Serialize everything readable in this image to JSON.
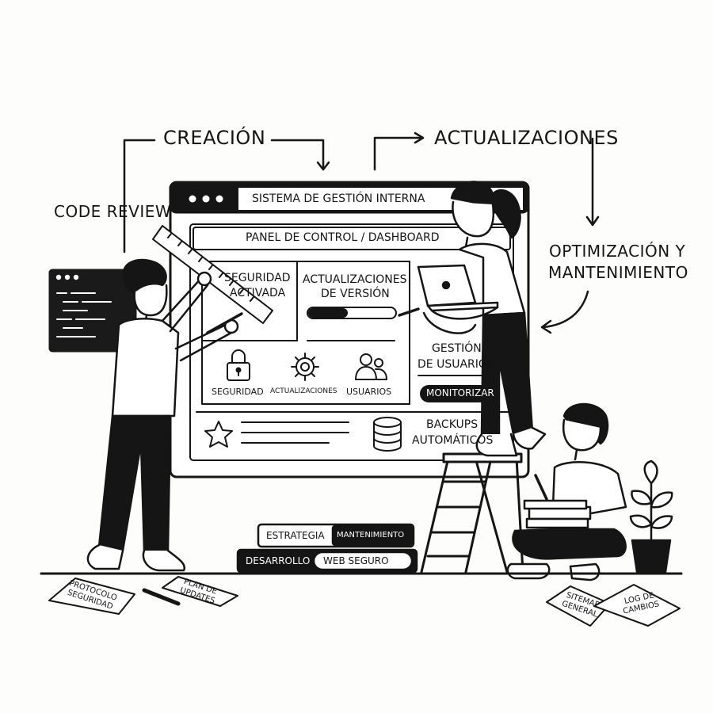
{
  "flow": {
    "creacion": "CREACIÓN",
    "actualizaciones": "ACTUALIZACIONES",
    "code_review": "CODE REVIEW",
    "optimizacion_line1": "OPTIMIZACIÓN Y",
    "optimizacion_line2": "MANTENIMIENTO"
  },
  "window": {
    "title": "SISTEMA DE GESTIÓN INTERNA",
    "panel_title": "PANEL DE CONTROL / DASHBOARD",
    "seguridad_activada_line1": "SEGURIDAD",
    "seguridad_activada_line2": "ACTIVADA",
    "actualizaciones_version_line1": "ACTUALIZACIONES",
    "actualizaciones_version_line2": "DE VERSIÓN",
    "progress": 0.45,
    "gestion_line1": "GESTIÓN",
    "gestion_line2": "DE USUARIOS",
    "monitorizar": "MONITORIZAR",
    "icon_seguridad": "SEGURIDAD",
    "icon_actualizaciones": "ACTUALIZACIONES",
    "icon_usuarios": "USUARIOS",
    "backups_line1": "BACKUPS",
    "backups_line2": "AUTOMÁTICOS"
  },
  "books": {
    "estrategia": "ESTRATEGIA",
    "mantenimiento": "MANTENIMIENTO",
    "desarrollo": "DESARROLLO",
    "web_seguro": "WEB SEGURO"
  },
  "notes": {
    "protocolo_line1": "PROTOCOLO",
    "protocolo_line2": "SEGURIDAD",
    "plan_line1": "PLAN DE",
    "plan_line2": "UPDATES",
    "sitemap_line1": "SITEMAP",
    "sitemap_line2": "GENERAL",
    "log_line1": "LOG DE",
    "log_line2": "CAMBIOS"
  },
  "icons": [
    "lock-icon",
    "gear-icon",
    "users-icon",
    "star-icon",
    "database-icon",
    "window-dots-icon",
    "laptop-icon",
    "plant-icon"
  ]
}
